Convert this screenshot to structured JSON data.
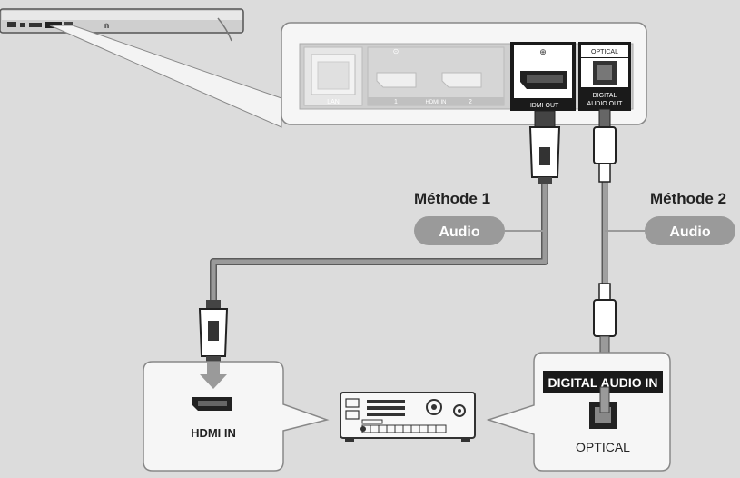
{
  "player_panel": {
    "lan_label": "LAN",
    "hdmi_in_label": "HDMI IN",
    "hdmi_in_port_1": "1",
    "hdmi_in_port_2": "2",
    "hdmi_out_label": "HDMI OUT",
    "optical_label": "OPTICAL",
    "digital_audio_out_line1": "DIGITAL",
    "digital_audio_out_line2": "AUDIO OUT"
  },
  "method1": {
    "title": "Méthode 1",
    "badge": "Audio"
  },
  "method2": {
    "title": "Méthode 2",
    "badge": "Audio"
  },
  "receiver_hdmi_callout": {
    "label": "HDMI IN"
  },
  "receiver_optical_callout": {
    "header": "DIGITAL AUDIO IN",
    "label": "OPTICAL"
  },
  "colors": {
    "background": "#dcdcdc",
    "badge": "#9a9a9a",
    "cable": "#8c8c8c",
    "panel": "#f5f5f5",
    "port_highlight": "#1a1a1a"
  }
}
